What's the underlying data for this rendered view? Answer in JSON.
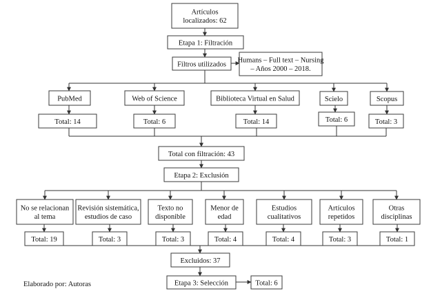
{
  "nodes": {
    "articulos": [
      "Artículos",
      "localizados: 62"
    ],
    "etapa1": [
      "Etapa 1: Filtración"
    ],
    "filtros": [
      "Filtros utilizados"
    ],
    "humans": [
      "Humans – Full text – Nursing",
      "– Años 2000 – 2018."
    ],
    "pubmed": [
      "PubMed"
    ],
    "wos": [
      "Web of Science"
    ],
    "bvs": [
      "Biblioteca Virtual en Salud"
    ],
    "scielo": [
      "Scielo"
    ],
    "scopus": [
      "Scopus"
    ],
    "t_pubmed": [
      "Total: 14"
    ],
    "t_wos": [
      "Total: 6"
    ],
    "t_bvs": [
      "Total: 14"
    ],
    "t_scielo": [
      "Total: 6"
    ],
    "t_scopus": [
      "Total: 3"
    ],
    "total_filtracion": [
      "Total con filtración:  43"
    ],
    "etapa2": [
      "Etapa 2: Exclusión"
    ],
    "no_relacionan": [
      "No se relacionan",
      "al tema"
    ],
    "revision": [
      "Revisión sistemática,",
      "estudios de caso"
    ],
    "texto_no": [
      "Texto no",
      "disponible"
    ],
    "menor": [
      "Menor de",
      "edad"
    ],
    "cualitativos": [
      "Estudios",
      "cualitativos"
    ],
    "repetidos": [
      "Artículos",
      "repetidos"
    ],
    "otras": [
      "Otras",
      "disciplinas"
    ],
    "t_no_relacionan": [
      "Total: 19"
    ],
    "t_revision": [
      "Total: 3"
    ],
    "t_texto_no": [
      "Total: 3"
    ],
    "t_menor": [
      "Total: 4"
    ],
    "t_cualitativos": [
      "Total: 4"
    ],
    "t_repetidos": [
      "Total: 3"
    ],
    "t_otras": [
      "Total: 1"
    ],
    "excluidos": [
      "Excluidos: 37"
    ],
    "etapa3": [
      "Etapa 3: Selección"
    ],
    "total_final": [
      "Total: 6"
    ]
  },
  "credit": "Elaborado por: Autoras",
  "colors": {
    "stroke": "#3a3a3a",
    "fill": "#ffffff",
    "text": "#111111"
  }
}
